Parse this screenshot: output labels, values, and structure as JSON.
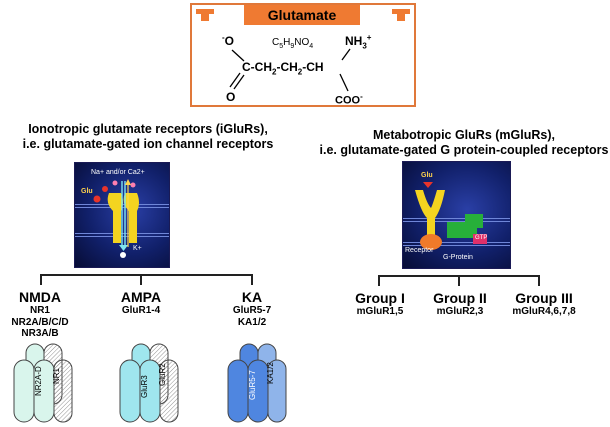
{
  "glutamate_box": {
    "title": "Glutamate",
    "formula": "C5H9NO4",
    "formula_parts": {
      "c": "C",
      "c_n": "5",
      "h": "H",
      "h_n": "9",
      "rest": "NO",
      "rest_n": "4"
    },
    "o_minus": "-O",
    "nh3": "NH3+",
    "chain": "C-CH2-CH2-CH",
    "o_double": "O",
    "coo": "COO-"
  },
  "ionotropic": {
    "title_line1": "Ionotropic glutamate receptors (iGluRs),",
    "title_line2": "i.e. glutamate-gated ion channel receptors",
    "image": {
      "ion_label": "Na+ and/or Ca2+",
      "glu_label": "Glu",
      "k_label": "K+"
    },
    "groups": [
      {
        "name": "NMDA",
        "subunits": [
          "NR1",
          "NR2A/B/C/D",
          "NR3A/B"
        ],
        "channel_labels": [
          "NR2A-D",
          "NR1"
        ]
      },
      {
        "name": "AMPA",
        "subunits": [
          "GluR1-4"
        ],
        "channel_labels": [
          "GluR3",
          "GluR2"
        ]
      },
      {
        "name": "KA",
        "subunits": [
          "GluR5-7",
          "KA1/2"
        ],
        "channel_labels": [
          "GluR5-7",
          "KA1/2"
        ]
      }
    ]
  },
  "metabotropic": {
    "title_line1": "Metabotropic GluRs (mGluRs),",
    "title_line2": "i.e. glutamate-gated G protein-coupled receptors",
    "image": {
      "glu_label": "Glu",
      "receptor_label": "Receptor",
      "gtp_label": "GTP",
      "gprotein_label": "G-Protein"
    },
    "groups": [
      {
        "name": "Group I",
        "subunits": "mGluR1,5"
      },
      {
        "name": "Group II",
        "subunits": "mGluR2,3"
      },
      {
        "name": "Group III",
        "subunits": "mGluR4,6,7,8"
      }
    ]
  },
  "colors": {
    "orange": "#ef7a32",
    "nmda": "#d9f5ec",
    "ampa": "#9fe6ee",
    "ka": "#4f86e0"
  }
}
